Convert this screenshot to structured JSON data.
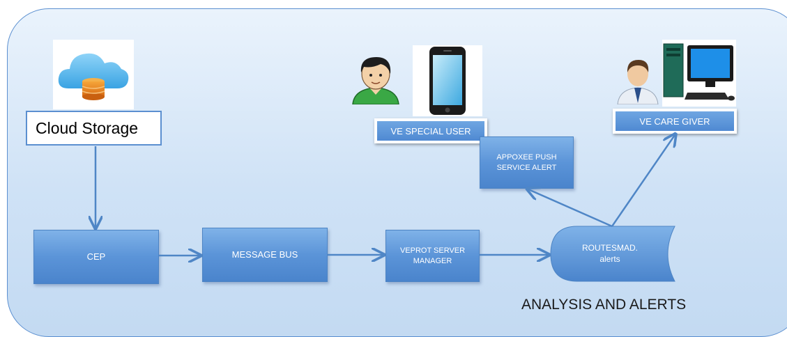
{
  "diagram": {
    "cloud_storage_label": "Cloud Storage",
    "nodes": {
      "cep": "CEP",
      "message_bus": "MESSAGE BUS",
      "veprot": "VEPROT SERVER\nMANAGER",
      "routes": "ROUTESMAD.\nalerts",
      "appoxee": "APPOXEE PUSH\nSERVICE ALERT"
    },
    "special_user_label": "VE SPECIAL USER",
    "care_giver_label": "VE CARE GIVER",
    "footer_title": "ANALYSIS AND ALERTS"
  },
  "icons": [
    "cloud-database-icon",
    "user-avatar-icon",
    "smartphone-icon",
    "businessman-icon",
    "desktop-computer-icon"
  ],
  "colors": {
    "node_fill": "#5b94d8",
    "panel_fill": "#cfe2f6",
    "connector": "#4f86c6"
  }
}
